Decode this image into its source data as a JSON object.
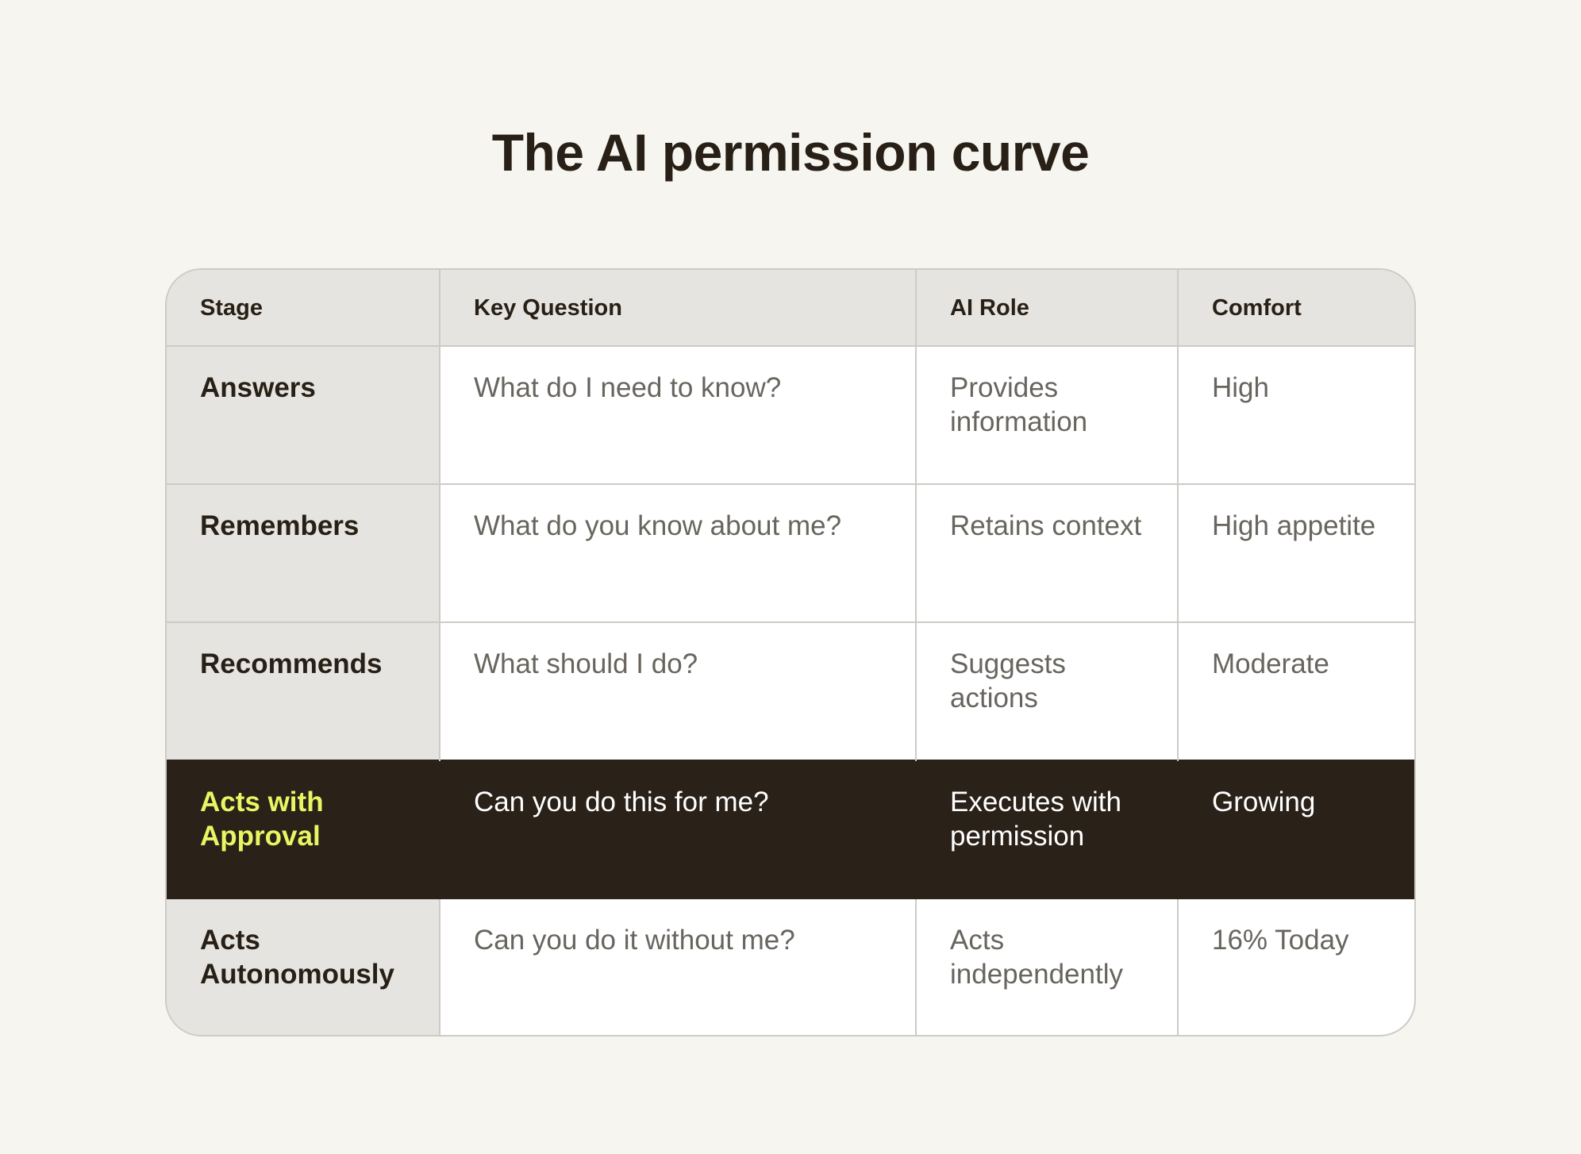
{
  "title": "The AI permission curve",
  "columns": [
    "Stage",
    "Key Question",
    "AI Role",
    "Comfort"
  ],
  "rows": [
    {
      "stage": "Answers",
      "question": "What do I need to know?",
      "role": "Provides information",
      "comfort": "High"
    },
    {
      "stage": "Remembers",
      "question": "What do you know about me?",
      "role": "Retains context",
      "comfort": "High appetite"
    },
    {
      "stage": "Recommends",
      "question": "What should I do?",
      "role": "Suggests actions",
      "comfort": "Moderate"
    },
    {
      "stage": "Acts with Approval",
      "question": "Can you do this for me?",
      "role": "Executes with permission",
      "comfort": "Growing"
    },
    {
      "stage": "Acts Autonomously",
      "question": "Can you do it without me?",
      "role": "Acts independently",
      "comfort": "16% Today"
    }
  ],
  "colors": {
    "background": "#f6f5f0",
    "header_bg": "#e5e4e0",
    "highlight_bg": "#2a2118",
    "highlight_stage_text": "#e9f563",
    "border": "#cdcbc6"
  }
}
